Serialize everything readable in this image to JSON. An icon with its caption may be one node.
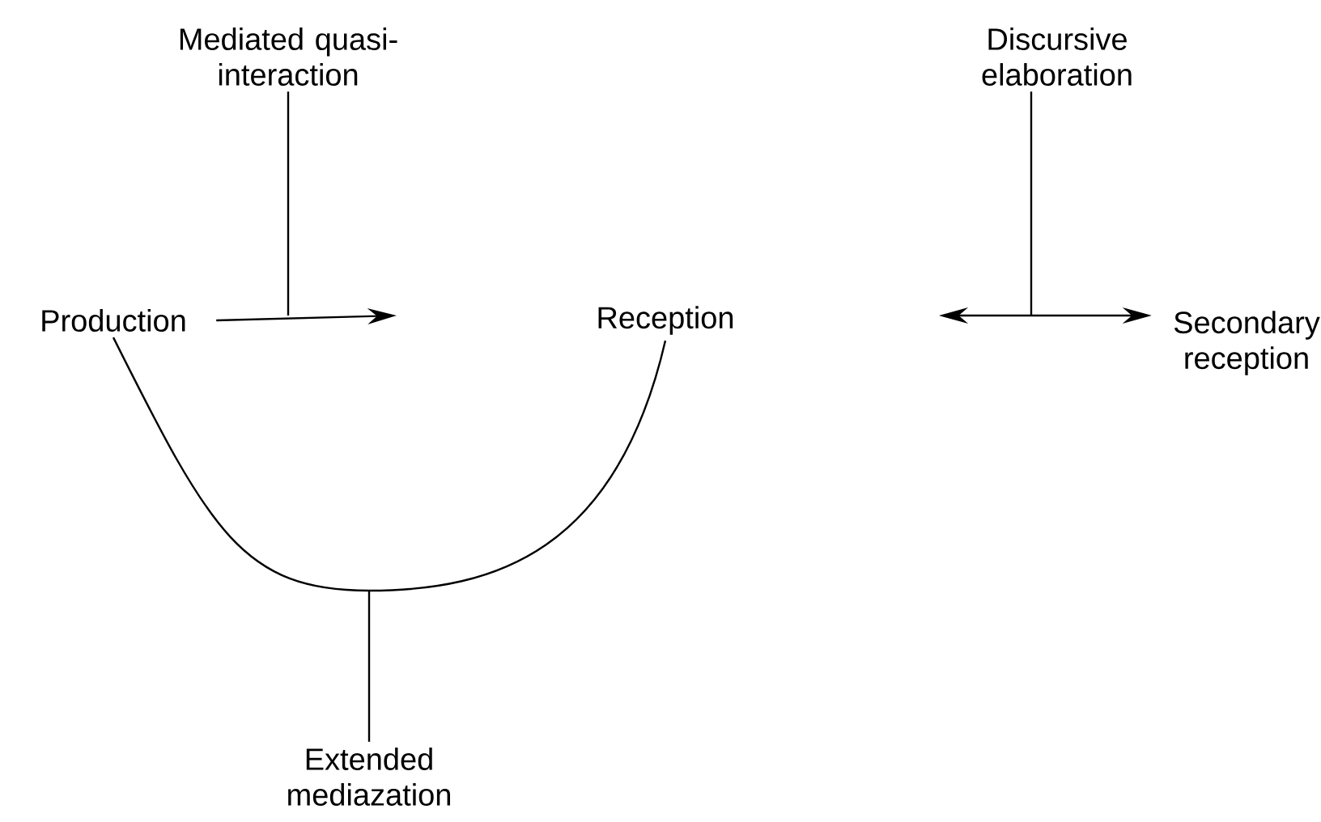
{
  "diagram": {
    "nodes": [
      {
        "text": [
          "Mediated quasi-interaction"
        ]
      },
      {
        "text": [
          "Production"
        ]
      },
      {
        "text": [
          "Reception"
        ]
      },
      {
        "text": [
          "Discursive elaboration"
        ]
      },
      {
        "text": [
          "Secondary reception"
        ]
      },
      {
        "text": [
          "Extended mediazation"
        ]
      }
    ],
    "edges": [
      {
        "from": 0,
        "to": null,
        "arrow": "none"
      },
      {
        "from": 1,
        "to": null,
        "arrow": "to"
      },
      {
        "from": 1,
        "to": 2,
        "arrow": "none"
      },
      {
        "from": 5,
        "to": null,
        "arrow": "none"
      },
      {
        "from": 3,
        "to": null,
        "arrow": "none"
      },
      {
        "from": null,
        "to": 4,
        "arrow": "both"
      }
    ]
  }
}
